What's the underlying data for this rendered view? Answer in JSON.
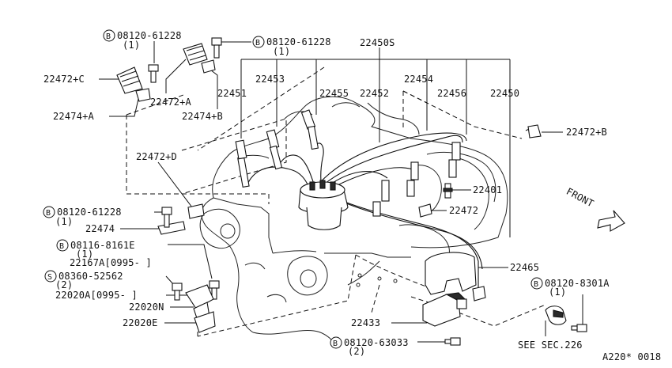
{
  "diagram": {
    "labels": {
      "bolt_b1": "08120-61228",
      "bolt_b1_qty": "(1)",
      "bolt_b2": "08120-61228",
      "bolt_b2_qty": "(1)",
      "p22450S": "22450S",
      "p22472C": "22472+C",
      "p22453": "22453",
      "p22451": "22451",
      "p22455": "22455",
      "p22452": "22452",
      "p22454": "22454",
      "p22456": "22456",
      "p22450": "22450",
      "p22472A": "22472+A",
      "p22474A": "22474+A",
      "p22474B": "22474+B",
      "p22472B": "22472+B",
      "p22472D": "22472+D",
      "p22401": "22401",
      "p22472": "22472",
      "bolt_b3": "08120-61228",
      "bolt_b3_qty": "(1)",
      "p22474": "22474",
      "bolt_b4": "08116-8161E",
      "bolt_b4_qty": "(1)",
      "p22167A": "22167A[0995-   ]",
      "screw_s1": "08360-52562",
      "screw_s1_qty": "(2)",
      "p22020A": "22020A[0995-   ]",
      "p22020N": "22020N",
      "p22020E": "22020E",
      "p22465": "22465",
      "bolt_b5": "08120-8301A",
      "bolt_b5_qty": "(1)",
      "p22433": "22433",
      "bolt_b6": "08120-63033",
      "bolt_b6_qty": "(2)",
      "see_sec": "SEE SEC.226",
      "front": "FRONT",
      "ref_code": "A220* 0018",
      "circle_b": "B",
      "circle_s": "S"
    }
  }
}
